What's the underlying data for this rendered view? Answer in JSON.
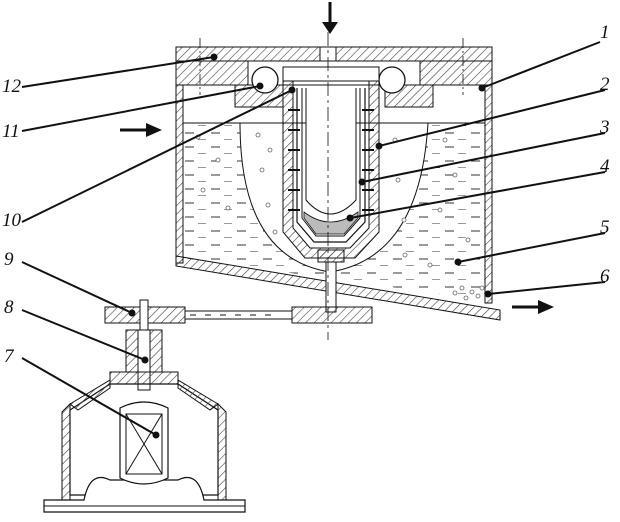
{
  "diagram": {
    "callouts": [
      {
        "id": "1",
        "label": "1"
      },
      {
        "id": "2",
        "label": "2"
      },
      {
        "id": "3",
        "label": "3"
      },
      {
        "id": "4",
        "label": "4"
      },
      {
        "id": "5",
        "label": "5"
      },
      {
        "id": "6",
        "label": "6"
      },
      {
        "id": "7",
        "label": "7"
      },
      {
        "id": "8",
        "label": "8"
      },
      {
        "id": "9",
        "label": "9"
      },
      {
        "id": "10",
        "label": "10"
      },
      {
        "id": "11",
        "label": "11"
      },
      {
        "id": "12",
        "label": "12"
      }
    ],
    "colors": {
      "line": "#111111",
      "hatch": "#444444",
      "liquid_dash": "#333333",
      "bubble": "#888888",
      "background": "#ffffff"
    }
  }
}
